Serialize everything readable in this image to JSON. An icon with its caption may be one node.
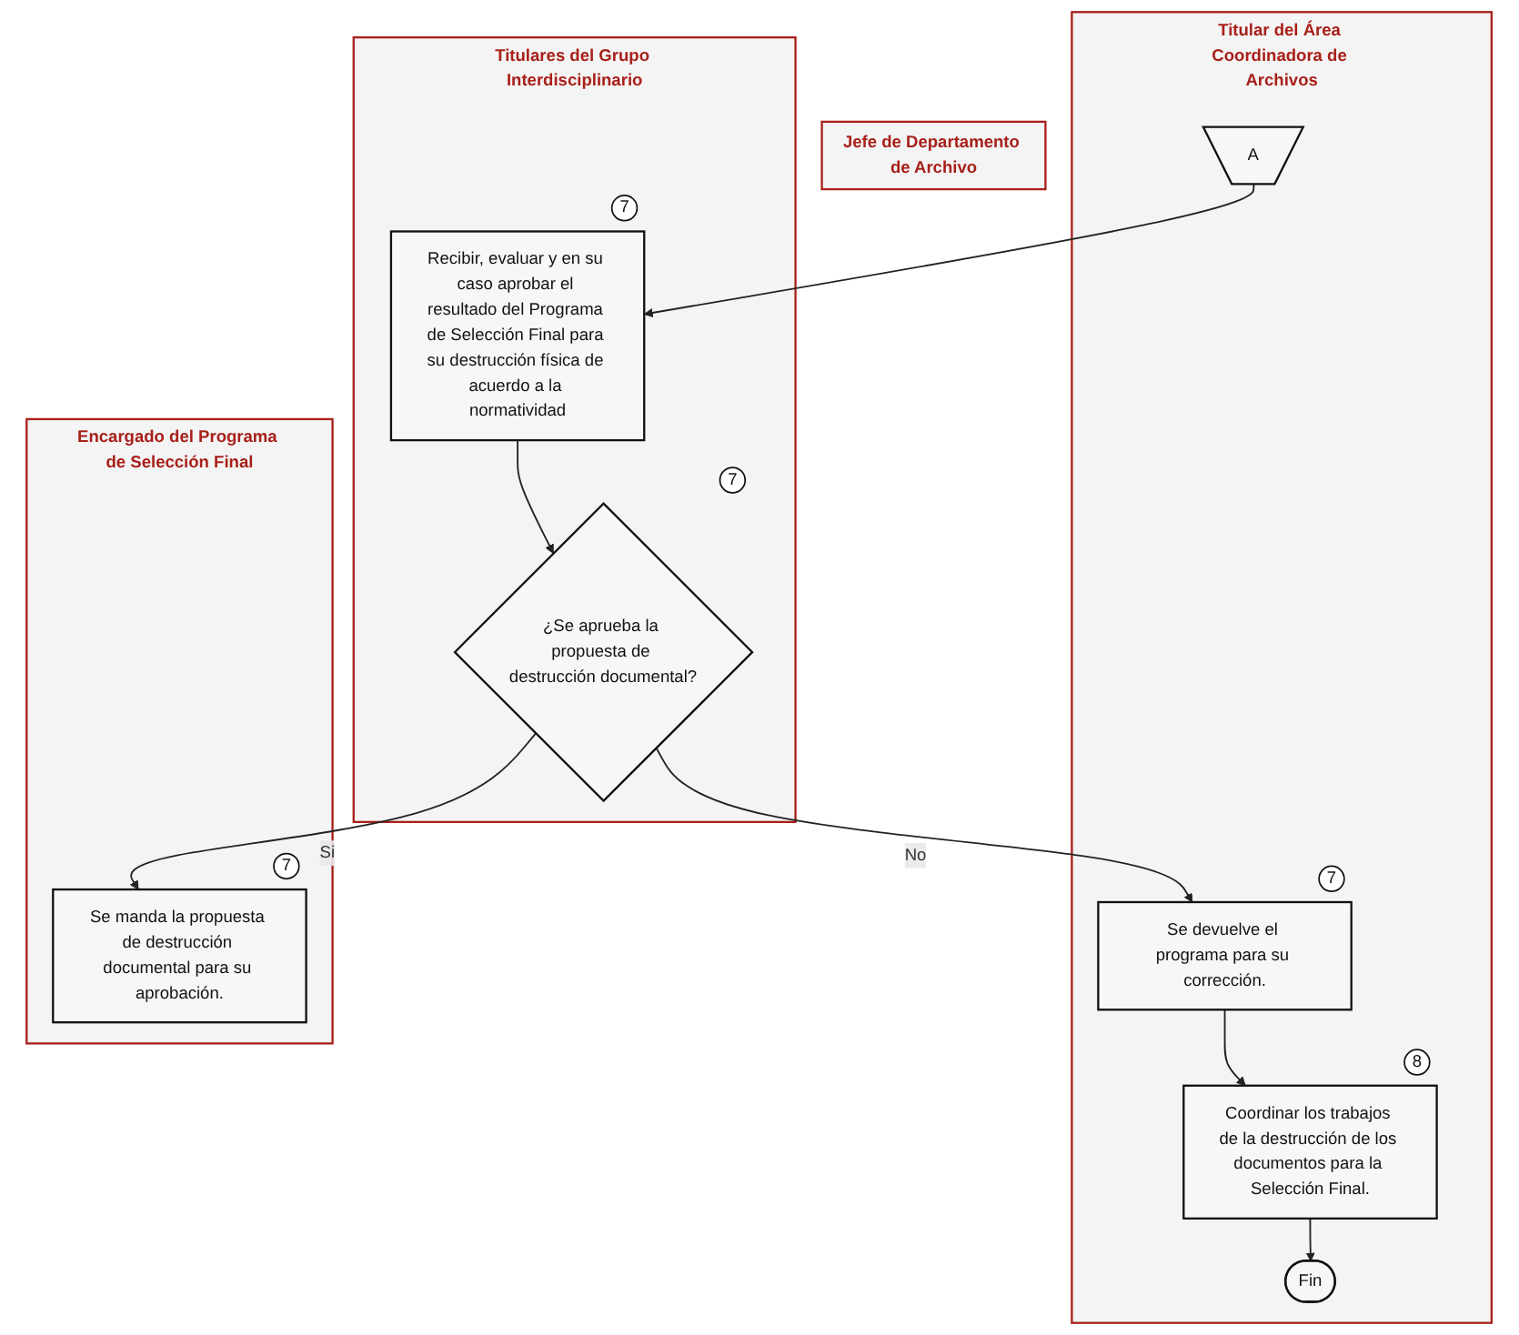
{
  "diagram": {
    "nodes": [
      {
        "text": [
          "Titular del Área Coordinadora de Archivos"
        ]
      },
      {
        "text": [
          "Jefe de Departamento de Archivo"
        ]
      },
      {
        "text": [
          "Encargado del Programa de Selección Final"
        ]
      },
      {
        "text": [
          "Titulares del Grupo Interdisciplinario"
        ]
      },
      {
        "text": [
          "A"
        ],
        "in": 0
      },
      {
        "text": [
          "Se devuelve el programa para su corrección."
        ],
        "in": 0,
        "beside": [
          "7"
        ]
      },
      {
        "text": [
          "Coordinar los trabajos de la destrucción de los documentos para la Selección Final."
        ],
        "in": 0,
        "beside": [
          "8"
        ]
      },
      {
        "text": [
          "Fin"
        ],
        "in": 0
      },
      {
        "text": [
          "Se manda la propuesta de destrucción documental para su aprobación."
        ],
        "in": 2,
        "beside": [
          "7"
        ]
      },
      {
        "text": [
          "Recibir, evaluar y en su caso aprobar el resultado del Programa de Selección Final para su destrucción física de acuerdo a la normatividad"
        ],
        "in": 3,
        "beside": [
          "7"
        ]
      },
      {
        "text": [
          "¿Se aprueba la propuesta de destrucción documental?"
        ],
        "in": 3,
        "beside": [
          "7"
        ]
      }
    ],
    "edges": [
      {
        "from": 4,
        "to": 9,
        "arrow": "to"
      },
      {
        "from": 9,
        "to": 10,
        "arrow": "to"
      },
      {
        "from": 10,
        "to": 8,
        "arrow": "to",
        "label": "Si"
      },
      {
        "from": 10,
        "to": 5,
        "arrow": "to",
        "label": "No"
      },
      {
        "from": 5,
        "to": 6,
        "arrow": "to"
      },
      {
        "from": 6,
        "to": 7,
        "arrow": "to"
      }
    ]
  }
}
